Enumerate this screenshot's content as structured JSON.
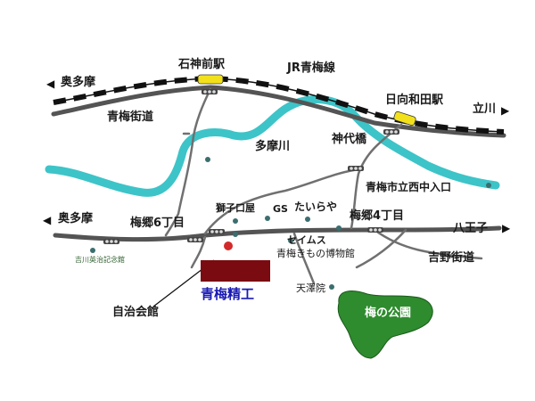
{
  "labels": {
    "okutama_top": "奥多摩",
    "ishigami_station": "石神前駅",
    "jr_line": "JR青梅線",
    "hinata_wada_station": "日向和田駅",
    "tachikawa": "立川",
    "ome_kaido": "青梅街道",
    "tama_river": "多摩川",
    "kandai_bridge": "神代橋",
    "nishinaka_entrance": "青梅市立西中入口",
    "okutama_mid": "奥多摩",
    "baigo6": "梅郷6丁目",
    "shishiguchi": "獅子口屋",
    "gs": "GS",
    "tairaya": "たいらや",
    "baigo4": "梅郷4丁目",
    "hachioji": "八王子",
    "yoshino_kaido": "吉野街道",
    "seims": "セイムス",
    "kimono_museum": "青梅きもの博物館",
    "yoshikawa_memorial": "吉川英治記念館",
    "tentakuin": "天澤院",
    "jichikaikan": "自治会館",
    "company": "青梅精工",
    "park": "梅の公園"
  },
  "colors": {
    "river": "#3dc4c8",
    "road": "#545454",
    "rail": "#111111",
    "station": "#f2e11a",
    "company_box": "#7a0b10",
    "company_text": "#1a1ab4",
    "park": "#2e8b2e",
    "marker": "#d22a2a"
  },
  "icons": {
    "left_arrow": "triangle-left-icon",
    "right_arrow": "triangle-right-icon",
    "landmark": "dot-icon",
    "traffic_light": "signal-icon"
  }
}
